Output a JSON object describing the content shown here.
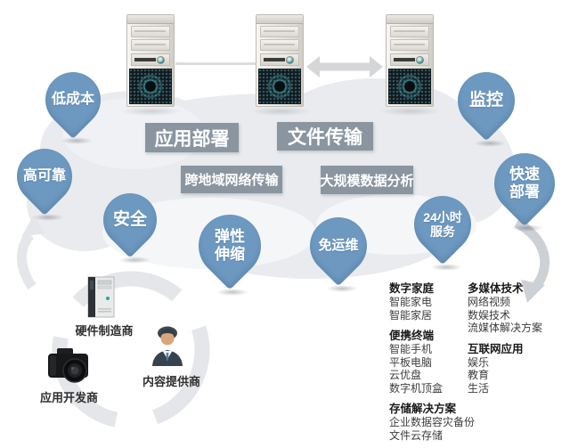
{
  "colors": {
    "bubble": "#6d98c0",
    "service_box": "#8a95a0",
    "cloud": "#e9ebee",
    "arrow_gray": "#cdd1d6",
    "fan_teal": "#4fc0d0"
  },
  "bubbles": [
    {
      "id": "low-cost",
      "label": "低成本"
    },
    {
      "id": "high-reliability",
      "label": "高可靠"
    },
    {
      "id": "security",
      "label": "安全"
    },
    {
      "id": "elastic-scaling",
      "label": "弹性\n伸缩"
    },
    {
      "id": "maintenance-free",
      "label": "免运维"
    },
    {
      "id": "24h-service",
      "label": "24小时\n服务"
    },
    {
      "id": "monitoring",
      "label": "监控"
    },
    {
      "id": "rapid-deployment",
      "label": "快速\n部署"
    }
  ],
  "services": [
    {
      "id": "app-deployment",
      "label": "应用部署"
    },
    {
      "id": "file-transfer",
      "label": "文件传输"
    },
    {
      "id": "cross-region-network-transfer",
      "label": "跨地域网络传输"
    },
    {
      "id": "large-scale-data-analysis",
      "label": "大规模数据分析"
    }
  ],
  "ecosystem": {
    "roles": [
      {
        "id": "hardware-manufacturer",
        "label": "硬件制造商",
        "icon": "computer-tower-icon"
      },
      {
        "id": "content-provider",
        "label": "内容提供商",
        "icon": "businessman-icon"
      },
      {
        "id": "app-developer",
        "label": "应用开发商",
        "icon": "camera-icon"
      }
    ]
  },
  "applications": {
    "col1": [
      {
        "header": "数字家庭",
        "items": [
          "智能家电",
          "智能家居"
        ]
      },
      {
        "header": "便携终端",
        "items": [
          "智能手机",
          "平板电脑",
          "云优盘",
          "数字机顶盒"
        ]
      },
      {
        "header": "存储解决方案",
        "items": [
          "企业数据容灾备份",
          "文件云存储"
        ]
      }
    ],
    "col2": [
      {
        "header": "多媒体技术",
        "items": [
          "网络视频",
          "数娱技术",
          "流媒体解决方案"
        ]
      },
      {
        "header": "互联网应用",
        "items": [
          "娱乐",
          "教育",
          "生活"
        ]
      }
    ]
  }
}
